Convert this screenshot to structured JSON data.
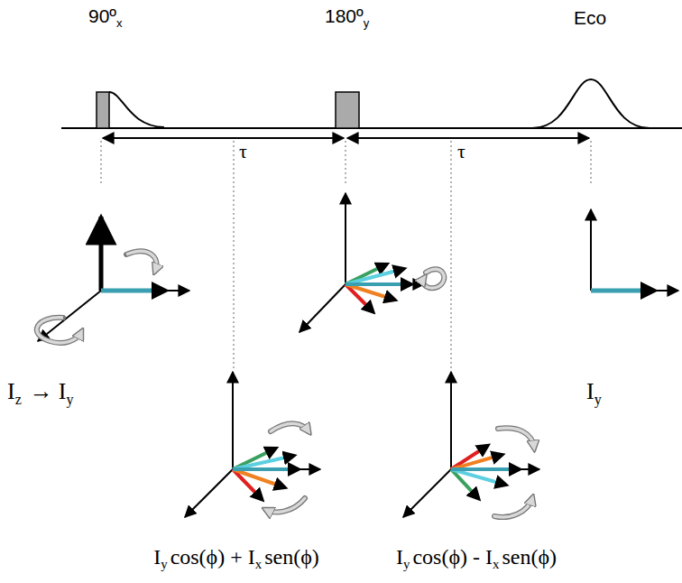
{
  "diagram": {
    "labels": [
      "90º",
      "x",
      "180º",
      "y",
      "Eco",
      "τ",
      "τ",
      "I",
      "z",
      "→",
      "I",
      "y",
      "I",
      "y",
      "cos(ϕ) + I",
      "x",
      "sen(ϕ)",
      "I",
      "y",
      "cos(ϕ) - I",
      "x",
      "sen(ϕ)",
      "I",
      "y"
    ]
  }
}
